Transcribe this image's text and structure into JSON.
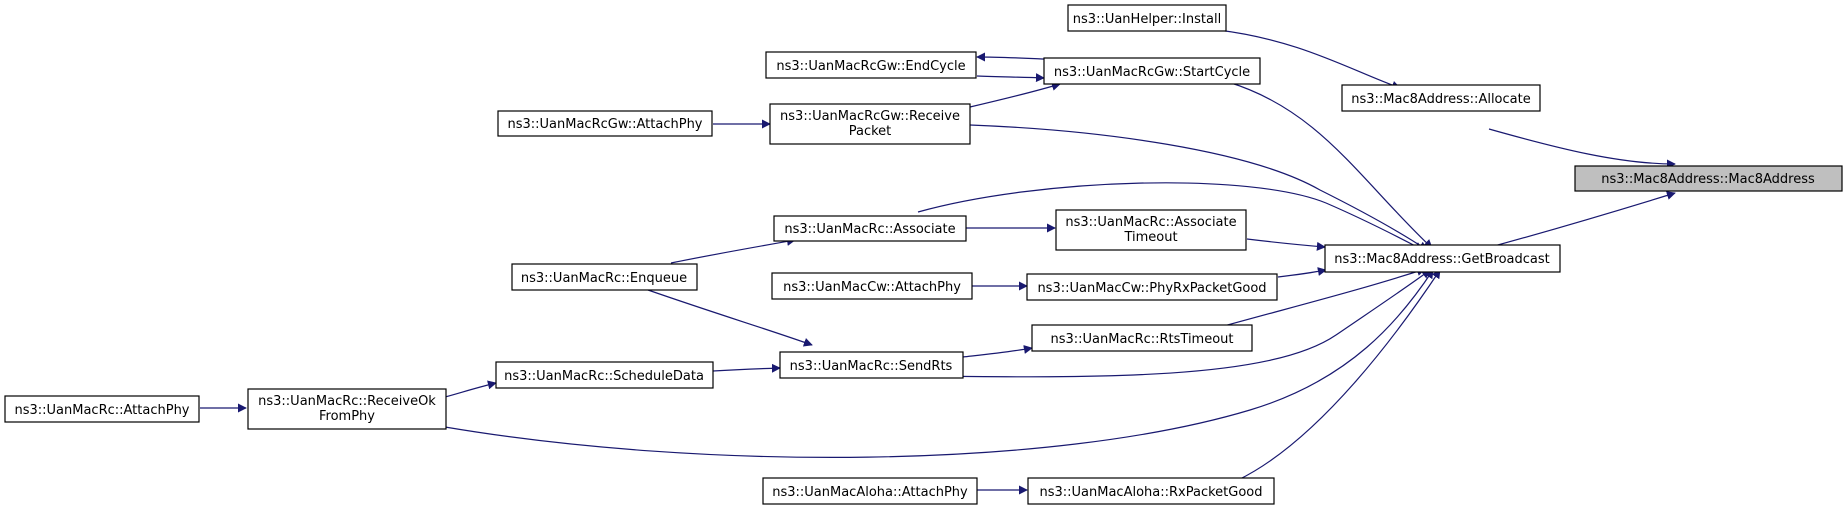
{
  "diagram": {
    "nodes": {
      "target": "ns3::Mac8Address::Mac8Address",
      "allocate": "ns3::Mac8Address::Allocate",
      "getbroadcast": "ns3::Mac8Address::GetBroadcast",
      "uanhelper_install": "ns3::UanHelper::Install",
      "rcgw_startcycle": "ns3::UanMacRcGw::StartCycle",
      "rcgw_endcycle": "ns3::UanMacRcGw::EndCycle",
      "rcgw_receivepacket_l1": "ns3::UanMacRcGw::Receive",
      "rcgw_receivepacket_l2": "Packet",
      "rcgw_attachphy": "ns3::UanMacRcGw::AttachPhy",
      "rc_associate": "ns3::UanMacRc::Associate",
      "rc_associatetimeout_l1": "ns3::UanMacRc::Associate",
      "rc_associatetimeout_l2": "Timeout",
      "rc_enqueue": "ns3::UanMacRc::Enqueue",
      "cw_attachphy": "ns3::UanMacCw::AttachPhy",
      "cw_phyrxpacketgood": "ns3::UanMacCw::PhyRxPacketGood",
      "rc_rtstimeout": "ns3::UanMacRc::RtsTimeout",
      "rc_sendrts": "ns3::UanMacRc::SendRts",
      "rc_scheduledata": "ns3::UanMacRc::ScheduleData",
      "rc_receiveokfromphy_l1": "ns3::UanMacRc::ReceiveOk",
      "rc_receiveokfromphy_l2": "FromPhy",
      "rc_attachphy": "ns3::UanMacRc::AttachPhy",
      "aloha_attachphy": "ns3::UanMacAloha::AttachPhy",
      "aloha_rxpacketgood": "ns3::UanMacAloha::RxPacketGood"
    },
    "colors": {
      "edge": "#191970",
      "highlight_fill": "#bfbfbf",
      "node_border": "#000000"
    }
  }
}
